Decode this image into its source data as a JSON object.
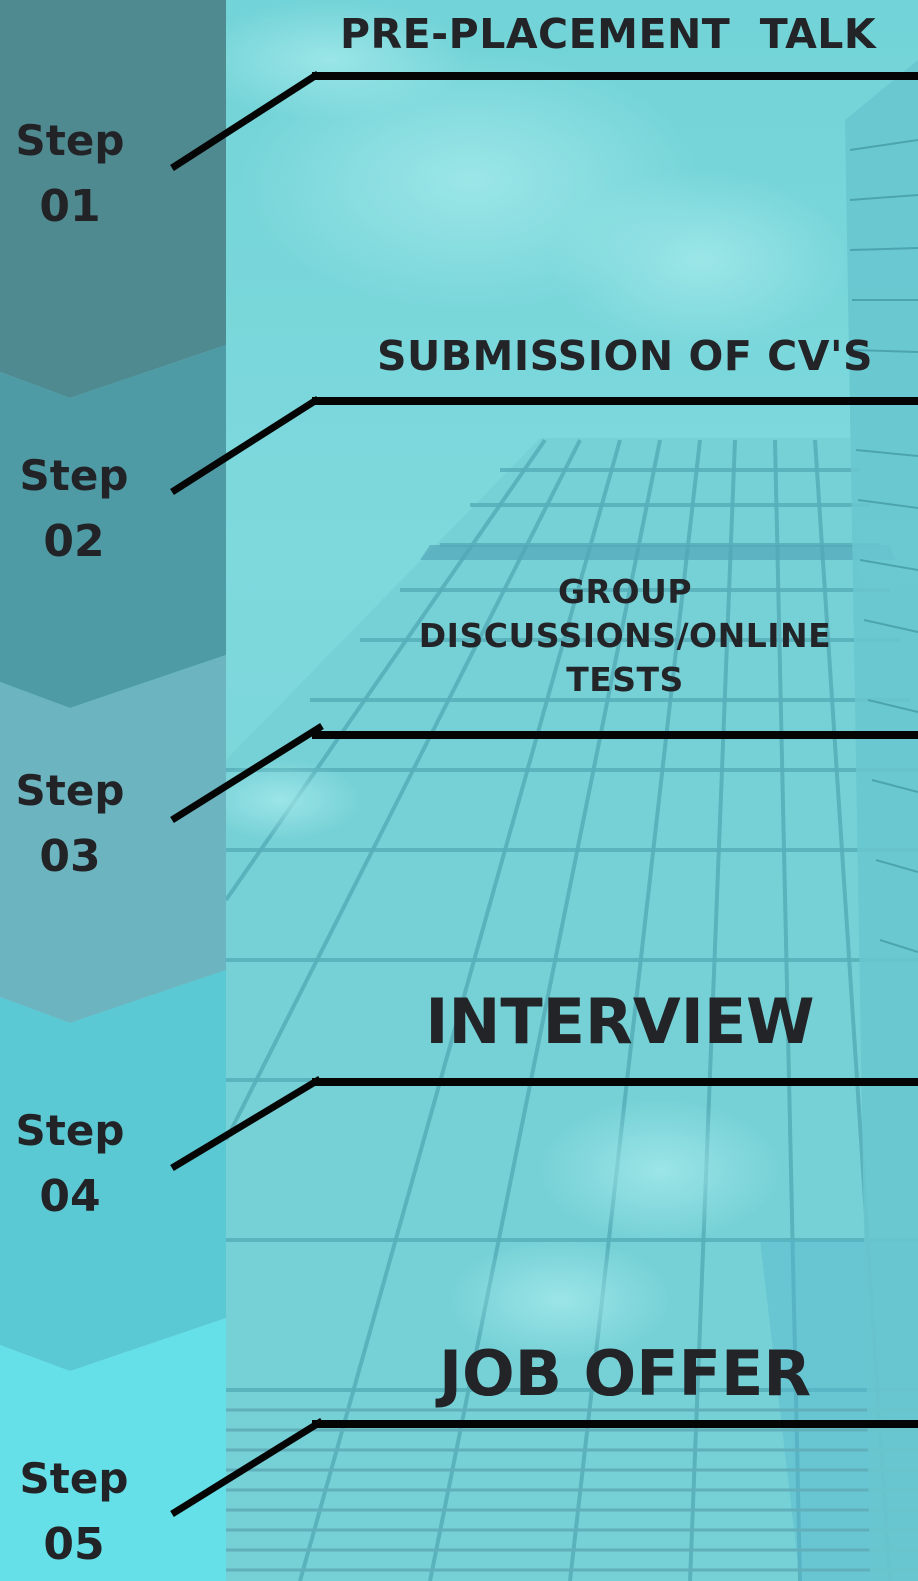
{
  "colors": {
    "ink": "#232427",
    "line": "#050505",
    "band_1": "#4f8a90",
    "band_2": "#4e9aa5",
    "band_3": "#6cb5c0",
    "band_4": "#5bc9d3",
    "band_5": "#66e0e8"
  },
  "steps": [
    {
      "word": "Step",
      "number": "01",
      "title": "PRE-PLACEMENT  TALK"
    },
    {
      "word": "Step",
      "number": "02",
      "title": "SUBMISSION OF CV'S"
    },
    {
      "word": "Step",
      "number": "03",
      "title": "GROUP DISCUSSIONS/ONLINE TESTS",
      "title_lines": [
        "GROUP",
        "DISCUSSIONS/ONLINE",
        "TESTS"
      ]
    },
    {
      "word": "Step",
      "number": "04",
      "title": "INTERVIEW"
    },
    {
      "word": "Step",
      "number": "05",
      "title": "JOB OFFER"
    }
  ]
}
